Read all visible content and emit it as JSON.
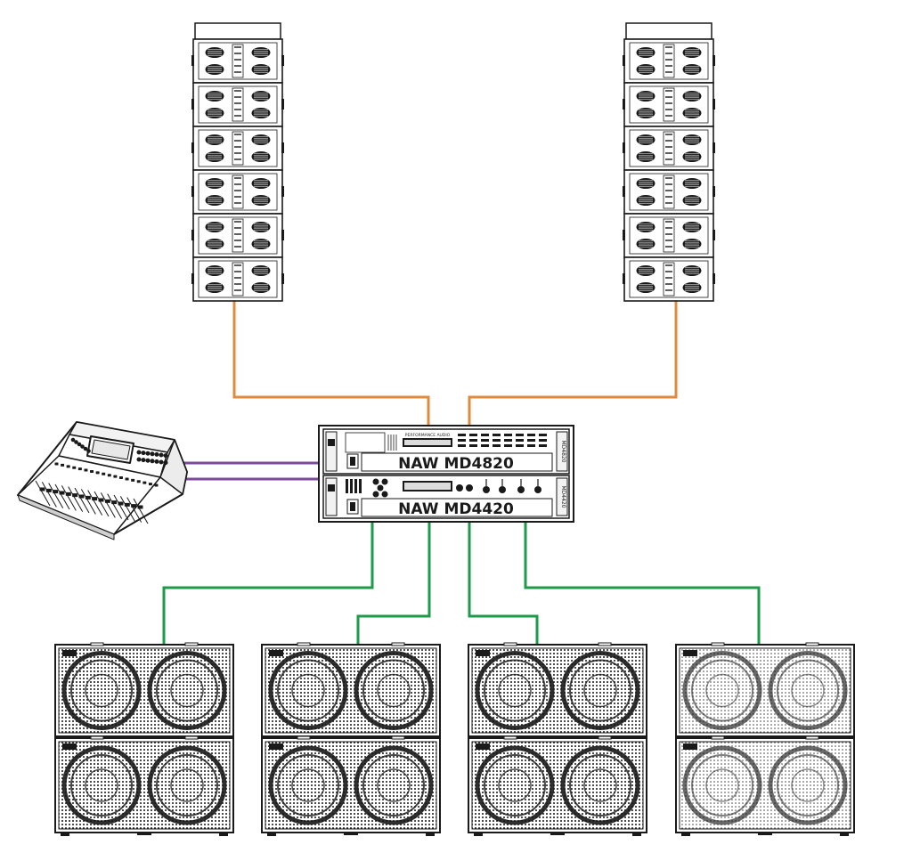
{
  "colors": {
    "line_array_cable": "#e08a3c",
    "console_cable": "#7b4b9a",
    "sub_cable": "#1e9a4a",
    "device_stroke": "#1a1a1a",
    "background": "#ffffff"
  },
  "amplifiers": {
    "top_model": "NAW MD4820",
    "bottom_model": "NAW MD4420",
    "small_header": "PERFORMANCE AUDIO",
    "top_side_badge": "MD4820",
    "bottom_side_badge": "MD4420"
  },
  "line_arrays": {
    "left_cabinet_count": 6,
    "right_cabinet_count": 6
  },
  "subwoofers": {
    "stacks": 4,
    "cabinets_per_stack": 2
  },
  "icons": {
    "mixer": "mixing-console-icon",
    "line_array": "line-array-speaker-icon",
    "amplifier": "rack-amplifier-icon",
    "subwoofer": "dual-subwoofer-icon"
  }
}
